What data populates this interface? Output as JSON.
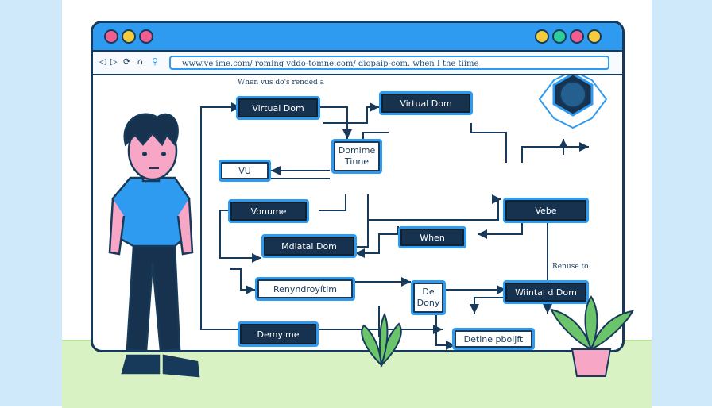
{
  "browser": {
    "url": "www.ve ime.com/ roming vddo-tomne.com/ diopaip-com. when  I the tiime",
    "dot_colors": [
      "#f25d8f",
      "#f2cc3d",
      "#f25d8f"
    ],
    "right_dot_colors": [
      "#f2cc3d",
      "#2ecc9b",
      "#f25d8f",
      "#f2cc3d"
    ]
  },
  "diagram": {
    "caption_top": "When vus do's rended a",
    "caption_right": "Renuse to",
    "nodes": {
      "virtual_dom_1": "Virtual Dom",
      "virtual_dom_2": "Virtual Dom",
      "vu": "VU",
      "domime": "Domime\nTinne",
      "vonume": "Vonume",
      "vebe": "Vebe",
      "mdiatal": "Mdiatal Dom",
      "when": "When",
      "renyndroy": "Renyndroyítim",
      "de_dony": "De\nDony",
      "wintal": "Wiintal d Dom",
      "demyime": "Demyime",
      "detine": "Detine pboijft"
    }
  }
}
